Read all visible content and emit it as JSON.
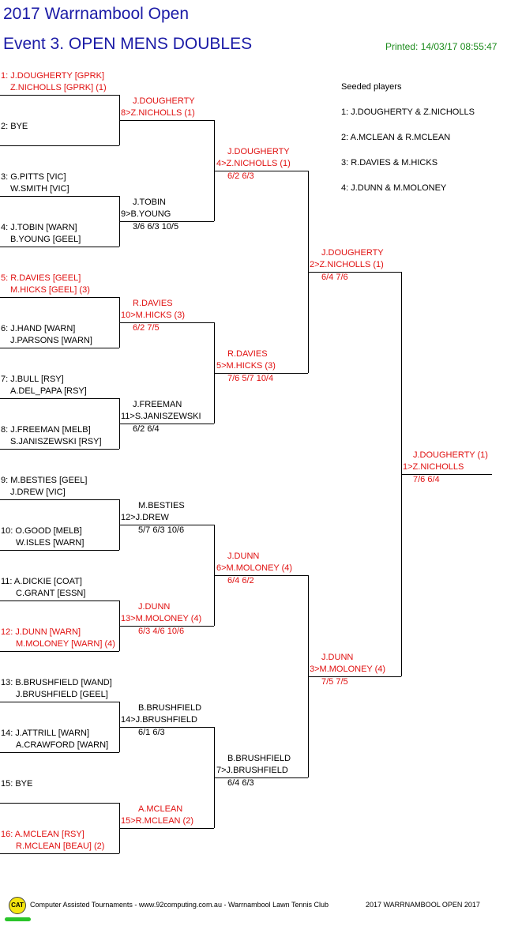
{
  "header": {
    "title": "2017 Warrnambool Open",
    "event": "Event 3. OPEN MENS DOUBLES",
    "printed": "Printed: 14/03/17 08:55:47"
  },
  "seeded": {
    "heading": "Seeded players",
    "items": [
      "1: J.DOUGHERTY & Z.NICHOLLS",
      "2: A.MCLEAN & R.MCLEAN",
      "3: R.DAVIES & M.HICKS",
      "4: J.DUNN & M.MOLONEY"
    ]
  },
  "draw": [
    {
      "l1": "1: J.DOUGHERTY [GPRK]",
      "l2": "Z.NICHOLLS [GPRK] (1)",
      "red": true
    },
    {
      "l1": "2: BYE",
      "l2": "",
      "red": false
    },
    {
      "l1": "3: G.PITTS [VIC]",
      "l2": "W.SMITH [VIC]",
      "red": false
    },
    {
      "l1": "4: J.TOBIN [WARN]",
      "l2": "B.YOUNG [GEEL]",
      "red": false
    },
    {
      "l1": "5: R.DAVIES [GEEL]",
      "l2": "M.HICKS [GEEL] (3)",
      "red": true
    },
    {
      "l1": "6: J.HAND [WARN]",
      "l2": "J.PARSONS [WARN]",
      "red": false
    },
    {
      "l1": "7: J.BULL [RSY]",
      "l2": "A.DEL_PAPA [RSY]",
      "red": false
    },
    {
      "l1": "8: J.FREEMAN [MELB]",
      "l2": "S.JANISZEWSKI [RSY]",
      "red": false
    },
    {
      "l1": "9: M.BESTIES [GEEL]",
      "l2": "J.DREW [VIC]",
      "red": false
    },
    {
      "l1": "10: O.GOOD [MELB]",
      "l2": "W.ISLES [WARN]",
      "red": false
    },
    {
      "l1": "11: A.DICKIE [COAT]",
      "l2": "C.GRANT [ESSN]",
      "red": false
    },
    {
      "l1": "12: J.DUNN [WARN]",
      "l2": "M.MOLONEY [WARN] (4)",
      "red": true
    },
    {
      "l1": "13: B.BRUSHFIELD [WAND]",
      "l2": "J.BRUSHFIELD [GEEL]",
      "red": false
    },
    {
      "l1": "14: J.ATTRILL [WARN]",
      "l2": "A.CRAWFORD [WARN]",
      "red": false
    },
    {
      "l1": "15: BYE",
      "l2": "",
      "red": false
    },
    {
      "l1": "16: A.MCLEAN [RSY]",
      "l2": "R.MCLEAN [BEAU] (2)",
      "red": true
    }
  ],
  "round2": [
    {
      "l1": "J.DOUGHERTY",
      "l2": "8>Z.NICHOLLS (1)",
      "score": "",
      "red": true
    },
    {
      "l1": "J.TOBIN",
      "l2": "9>B.YOUNG",
      "score": "3/6 6/3 10/5",
      "red": false
    },
    {
      "l1": "R.DAVIES",
      "l2": "10>M.HICKS (3)",
      "score": "6/2 7/5",
      "red": true
    },
    {
      "l1": "J.FREEMAN",
      "l2": "11>S.JANISZEWSKI",
      "score": "6/2 6/4",
      "red": false
    },
    {
      "l1": "M.BESTIES",
      "l2": "12>J.DREW",
      "score": "5/7 6/3 10/6",
      "red": false
    },
    {
      "l1": "J.DUNN",
      "l2": "13>M.MOLONEY (4)",
      "score": "6/3 4/6 10/6",
      "red": true
    },
    {
      "l1": "B.BRUSHFIELD",
      "l2": "14>J.BRUSHFIELD",
      "score": "6/1 6/3",
      "red": false
    },
    {
      "l1": "A.MCLEAN",
      "l2": "15>R.MCLEAN (2)",
      "score": "",
      "red": true
    }
  ],
  "quarterfinals": [
    {
      "l1": "J.DOUGHERTY",
      "l2": "4>Z.NICHOLLS (1)",
      "score": "6/2 6/3",
      "red": true
    },
    {
      "l1": "R.DAVIES",
      "l2": "5>M.HICKS (3)",
      "score": "7/6 5/7 10/4",
      "red": true
    },
    {
      "l1": "J.DUNN",
      "l2": "6>M.MOLONEY (4)",
      "score": "6/4 6/2",
      "red": true
    },
    {
      "l1": "B.BRUSHFIELD",
      "l2": "7>J.BRUSHFIELD",
      "score": "6/4 6/3",
      "red": false
    }
  ],
  "semifinals": [
    {
      "l1": "J.DOUGHERTY",
      "l2": "2>Z.NICHOLLS (1)",
      "score": "6/4 7/6",
      "red": true
    },
    {
      "l1": "J.DUNN",
      "l2": "3>M.MOLONEY (4)",
      "score": "7/5 7/5",
      "red": true
    }
  ],
  "final": {
    "l1": "J.DOUGHERTY (1)",
    "l2": "1>Z.NICHOLLS",
    "score": "7/6 6/4",
    "red": true
  },
  "footer": {
    "logo": "CAT",
    "credit": "Computer Assisted Tournaments - www.92computing.com.au -  Warrnambool Lawn Tennis Club",
    "event": "2017 WARRNAMBOOL OPEN 2017"
  }
}
